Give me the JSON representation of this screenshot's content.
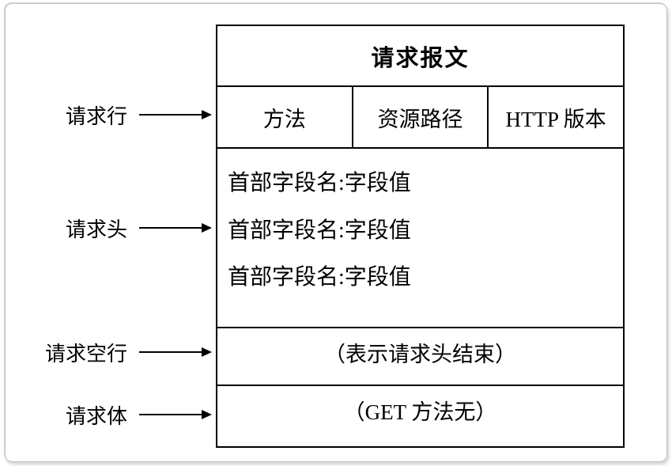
{
  "diagram": {
    "title": "请求报文",
    "request_line": {
      "cells": [
        "方法",
        "资源路径",
        "HTTP 版本"
      ]
    },
    "header_lines": [
      "首部字段名:字段值",
      "首部字段名:字段值",
      "首部字段名:字段值"
    ],
    "blank_line_text": "（表示请求头结束）",
    "body_text": "（GET 方法无）",
    "labels": {
      "request_line": "请求行",
      "request_head": "请求头",
      "request_blank": "请求空行",
      "request_body": "请求体"
    },
    "colors": {
      "table_border": "#000000",
      "frame_border": "#c2c2c2",
      "background": "#ffffff",
      "text": "#000000"
    }
  }
}
